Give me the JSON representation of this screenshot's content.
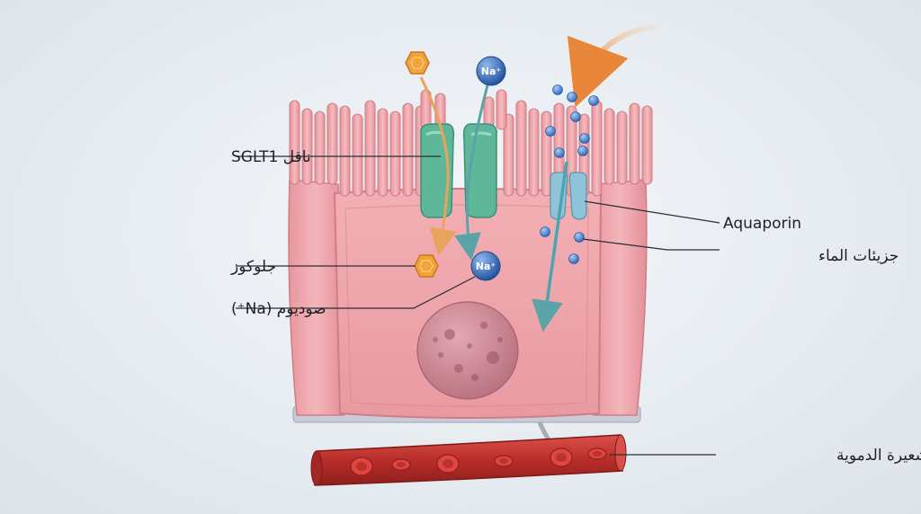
{
  "labels": {
    "sglt1": "ناقل SGLT1",
    "glucose": "جلوكوز",
    "sodium": "صوديوم (Na⁺)",
    "aquaporin": "Aquaporin",
    "water": "جزيئات الماء",
    "capillary": "الشعيرة الدموية"
  },
  "ion_symbol": "Na⁺",
  "colors": {
    "cell": "#eea7ac",
    "cell_dark": "#d9868d",
    "transporter": "#5fb79a",
    "aquaporin": "#8fc3d8",
    "glucose": "#f2a43a",
    "sodium": "#2f67b8",
    "water": "#3e7fd0",
    "capillary": "#c33a34",
    "nucleus": "#c9828e",
    "arrow_glucose": "#e8a35c",
    "arrow_na": "#5aa4a8",
    "arrow_water": "#4aa5b0"
  }
}
